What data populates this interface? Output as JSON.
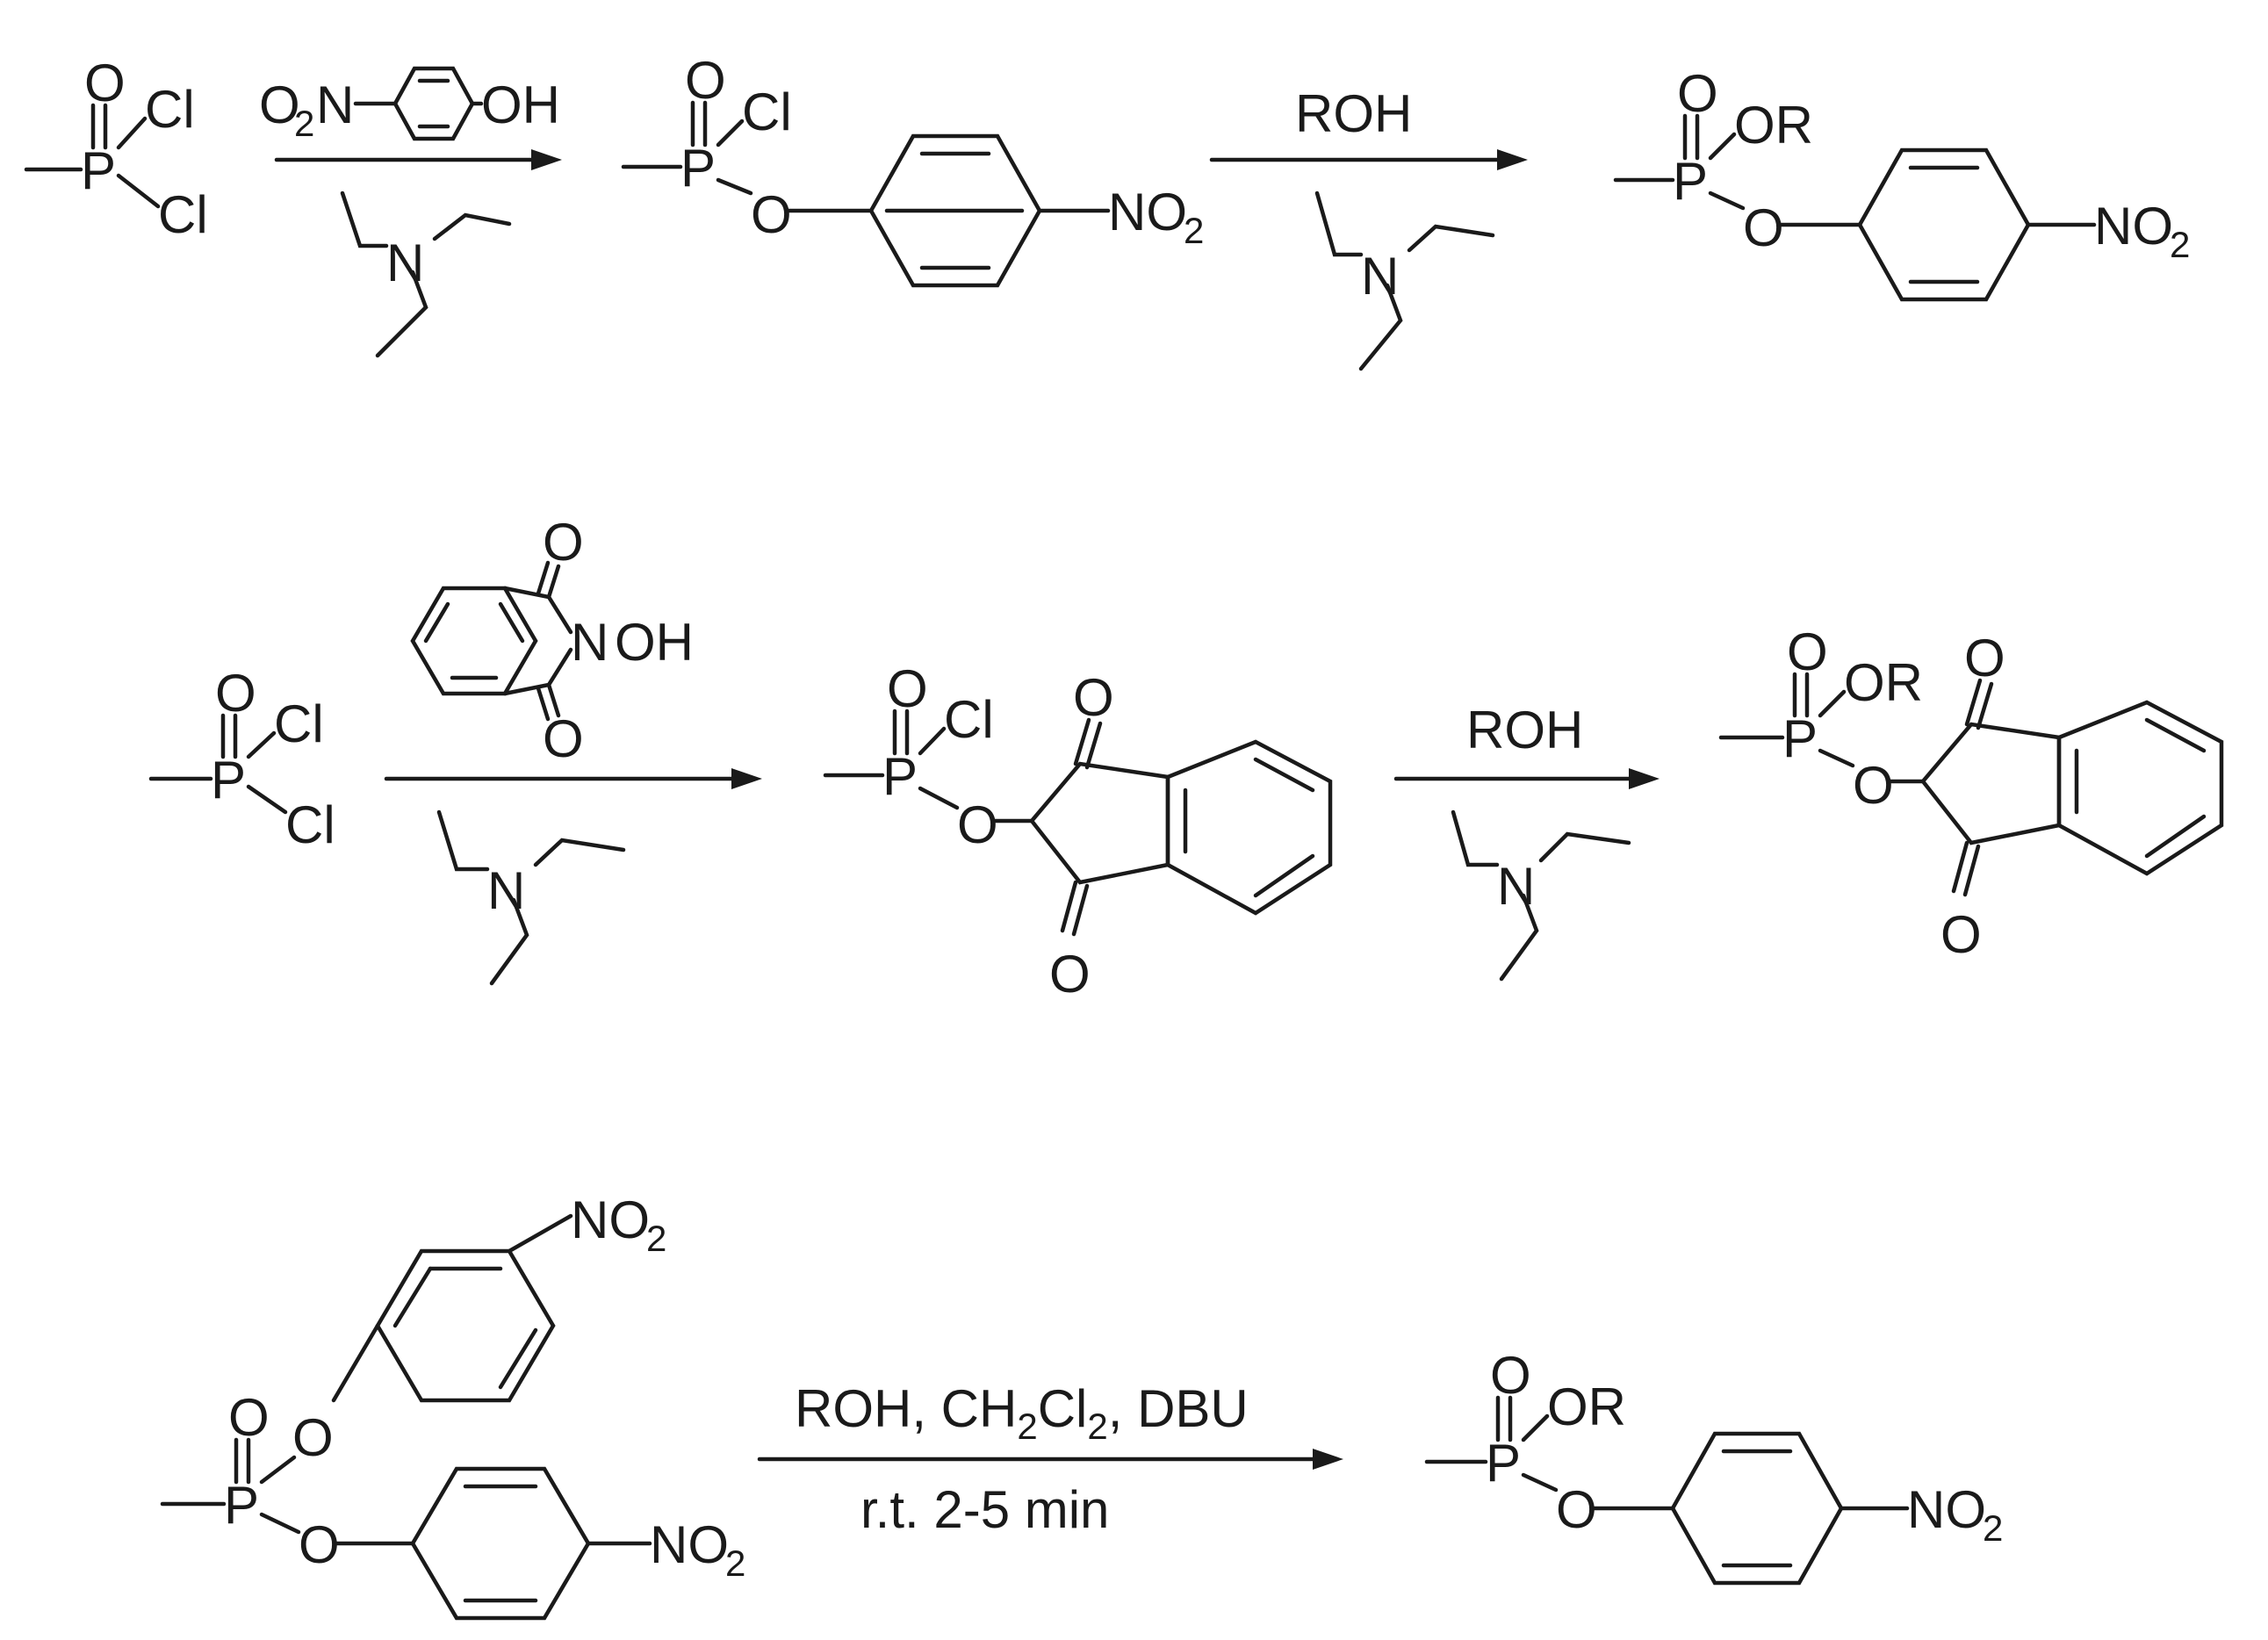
{
  "atoms": {
    "P": "P",
    "O": "O",
    "Cl": "Cl",
    "N": "N",
    "OR": "OR",
    "NO": "NO",
    "O2": "O",
    "OH": "OH",
    "two": "2"
  },
  "reactions": [
    {
      "id": "r1",
      "reagent_text": {
        "o2n_prefix": "O",
        "sub": "2",
        "n": "N",
        "oh": "OH"
      },
      "base_label": "N"
    },
    {
      "id": "r2",
      "reagent": "ROH",
      "base_label": "N"
    },
    {
      "id": "r3",
      "reagent_text": {
        "n": "N",
        "oh": "OH"
      },
      "base_label": "N"
    },
    {
      "id": "r4",
      "reagent": "ROH",
      "base_label": "N"
    },
    {
      "id": "r5",
      "conditions_above": {
        "part1": "ROH, CH",
        "sub1": "2",
        "part2": "Cl",
        "sub2": "2",
        "part3": ", DBU"
      },
      "conditions_below": "r.t. 2-5 min"
    }
  ]
}
